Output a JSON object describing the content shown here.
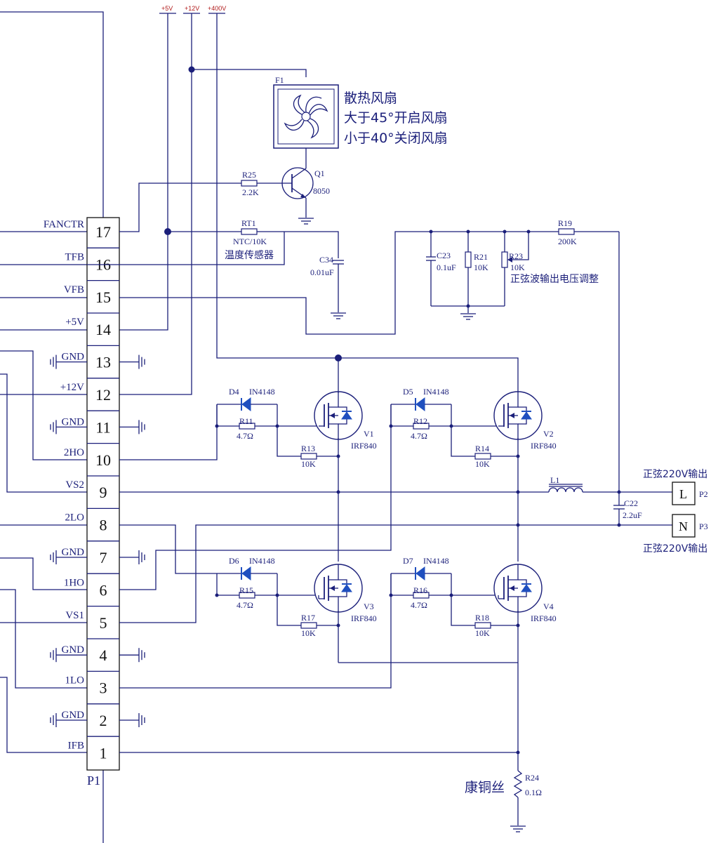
{
  "rails": {
    "v5": "+5V",
    "v12": "+12V",
    "v400": "+400V"
  },
  "connector": {
    "name": "P1",
    "pins": [
      {
        "num": "17",
        "label": "FANCTR"
      },
      {
        "num": "16",
        "label": "TFB"
      },
      {
        "num": "15",
        "label": "VFB"
      },
      {
        "num": "14",
        "label": "+5V"
      },
      {
        "num": "13",
        "label": "GND"
      },
      {
        "num": "12",
        "label": "+12V"
      },
      {
        "num": "11",
        "label": "GND"
      },
      {
        "num": "10",
        "label": "2HO"
      },
      {
        "num": "9",
        "label": "VS2"
      },
      {
        "num": "8",
        "label": "2LO"
      },
      {
        "num": "7",
        "label": "GND"
      },
      {
        "num": "6",
        "label": "1HO"
      },
      {
        "num": "5",
        "label": "VS1"
      },
      {
        "num": "4",
        "label": "GND"
      },
      {
        "num": "3",
        "label": "1LO"
      },
      {
        "num": "2",
        "label": "GND"
      },
      {
        "num": "1",
        "label": "IFB"
      }
    ]
  },
  "fan": {
    "ref": "F1",
    "notes": [
      "散热风扇",
      "大于45°开启风扇",
      "小于40°关闭风扇"
    ]
  },
  "q1": {
    "ref": "Q1",
    "part": "8050"
  },
  "r25": {
    "ref": "R25",
    "value": "2.2K"
  },
  "rt1": {
    "ref": "RT1",
    "value": "NTC/10K",
    "desc": "温度传感器"
  },
  "c34": {
    "ref": "C34",
    "value": "0.01uF"
  },
  "c23": {
    "ref": "C23",
    "value": "0.1uF"
  },
  "r21": {
    "ref": "R21",
    "value": "10K"
  },
  "r23": {
    "ref": "R23",
    "value": "10K",
    "desc": "正弦波输出电压调整"
  },
  "r19": {
    "ref": "R19",
    "value": "200K"
  },
  "diodes": [
    {
      "ref": "D4",
      "part": "IN4148"
    },
    {
      "ref": "D5",
      "part": "IN4148"
    },
    {
      "ref": "D6",
      "part": "IN4148"
    },
    {
      "ref": "D7",
      "part": "IN4148"
    }
  ],
  "gate_res": [
    {
      "ref": "R11",
      "value": "4.7Ω"
    },
    {
      "ref": "R12",
      "value": "4.7Ω"
    },
    {
      "ref": "R15",
      "value": "4.7Ω"
    },
    {
      "ref": "R16",
      "value": "4.7Ω"
    }
  ],
  "pulldown_res": [
    {
      "ref": "R13",
      "value": "10K"
    },
    {
      "ref": "R14",
      "value": "10K"
    },
    {
      "ref": "R17",
      "value": "10K"
    },
    {
      "ref": "R18",
      "value": "10K"
    }
  ],
  "mosfets": [
    {
      "ref": "V1",
      "part": "IRF840"
    },
    {
      "ref": "V2",
      "part": "IRF840"
    },
    {
      "ref": "V3",
      "part": "IRF840"
    },
    {
      "ref": "V4",
      "part": "IRF840"
    }
  ],
  "l1": {
    "ref": "L1"
  },
  "c22": {
    "ref": "C22",
    "value": "2.2uF"
  },
  "p2": {
    "term": "L",
    "ref": "P2",
    "desc": "正弦220V输出"
  },
  "p3": {
    "term": "N",
    "ref": "P3",
    "desc": "正弦220V输出"
  },
  "r24": {
    "ref": "R24",
    "value": "0.1Ω",
    "desc": "康铜丝"
  }
}
